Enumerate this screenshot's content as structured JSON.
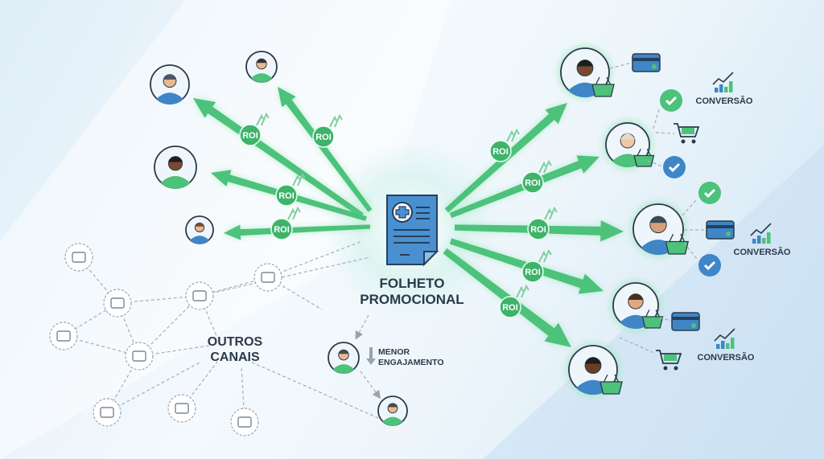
{
  "center": {
    "title_line1": "FOLHETO",
    "title_line2": "PROMOCIONAL",
    "icon": "medical-flyer-icon"
  },
  "roi_label": "ROI",
  "conversion_label": "CONVERSÃO",
  "other_channels": {
    "line1": "OUTROS",
    "line2": "CANAIS",
    "icons": [
      "video-chat-icon",
      "email-icon",
      "video-icon",
      "email-icon",
      "chat-icon",
      "megaphone-icon",
      "smartphone-icon",
      "billboard-icon",
      "web-icon"
    ]
  },
  "low_engagement": {
    "line1": "MENOR",
    "line2": "ENGAJAMENTO"
  },
  "colors": {
    "green": "#4cc27a",
    "blue": "#3f86c6",
    "dark": "#2b3a4a",
    "doc": "#4a90d0"
  }
}
